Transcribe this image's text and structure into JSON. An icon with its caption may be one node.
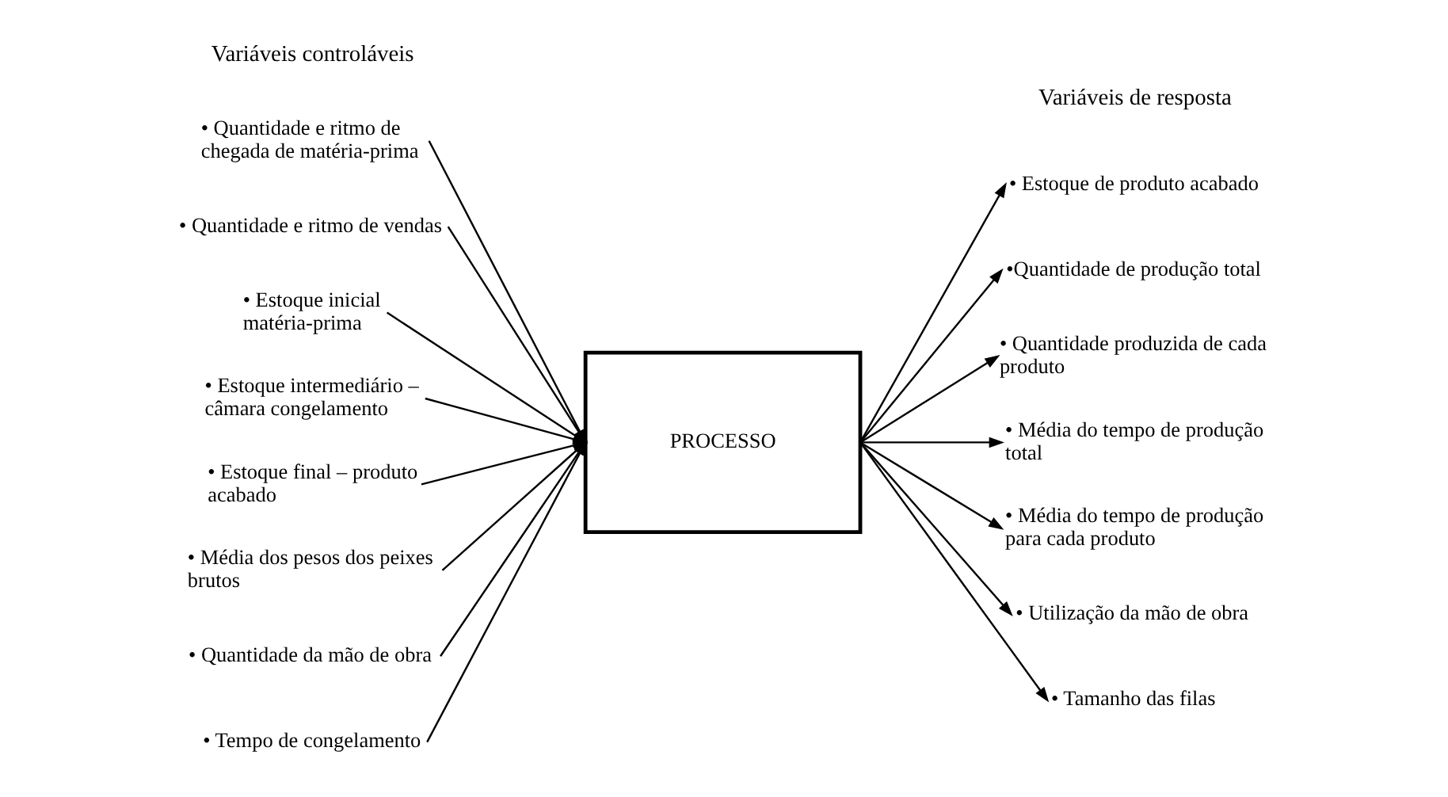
{
  "diagram": {
    "nodes": [
      {
        "text": [
          "• Quantidade e ritmo de chegada de matéria-prima"
        ]
      },
      {
        "text": [
          "• Quantidade e ritmo de vendas"
        ]
      },
      {
        "text": [
          "• Estoque inicial matéria-prima"
        ]
      },
      {
        "text": [
          "• Estoque intermediário – câmara congelamento"
        ]
      },
      {
        "text": [
          "• Estoque final – produto acabado"
        ]
      },
      {
        "text": [
          "• Média dos pesos dos peixes brutos"
        ]
      },
      {
        "text": [
          "• Quantidade da mão de obra"
        ]
      },
      {
        "text": [
          "• Tempo de congelamento"
        ]
      },
      {
        "text": [
          "PROCESSO"
        ]
      },
      {
        "text": [
          "• Estoque de produto acabado"
        ]
      },
      {
        "text": [
          "•Quantidade de produção total"
        ]
      },
      {
        "text": [
          "• Quantidade produzida de cada produto"
        ]
      },
      {
        "text": [
          "• Média do tempo de produção total"
        ]
      },
      {
        "text": [
          "• Média do tempo de produção para cada produto"
        ]
      },
      {
        "text": [
          "• Utilização da mão de obra"
        ]
      },
      {
        "text": [
          "• Tamanho das filas"
        ]
      }
    ],
    "edges": [
      {
        "from": 0,
        "to": 8,
        "arrow": "to"
      },
      {
        "from": 1,
        "to": 8,
        "arrow": "to"
      },
      {
        "from": 2,
        "to": 8,
        "arrow": "to"
      },
      {
        "from": 3,
        "to": 8,
        "arrow": "to"
      },
      {
        "from": 4,
        "to": 8,
        "arrow": "to"
      },
      {
        "from": 5,
        "to": 8,
        "arrow": "to"
      },
      {
        "from": 6,
        "to": 8,
        "arrow": "to"
      },
      {
        "from": 7,
        "to": 8,
        "arrow": "to"
      },
      {
        "from": 8,
        "to": 9,
        "arrow": "to"
      },
      {
        "from": 8,
        "to": 10,
        "arrow": "to"
      },
      {
        "from": 8,
        "to": 11,
        "arrow": "to"
      },
      {
        "from": 8,
        "to": 12,
        "arrow": "to"
      },
      {
        "from": 8,
        "to": 13,
        "arrow": "to"
      },
      {
        "from": 8,
        "to": 14,
        "arrow": "to"
      },
      {
        "from": 8,
        "to": 15,
        "arrow": "to"
      }
    ],
    "labels": [
      "Variáveis controláveis",
      "Variáveis de resposta"
    ]
  }
}
